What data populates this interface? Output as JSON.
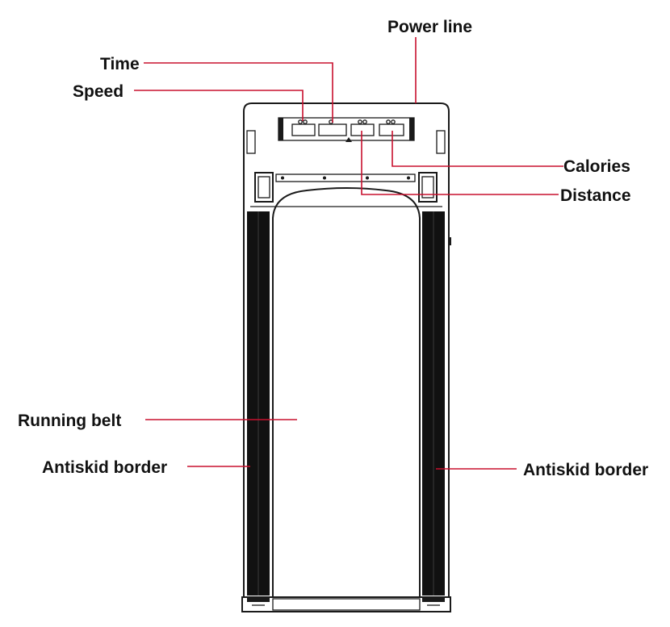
{
  "labels": {
    "power_line": "Power line",
    "time": "Time",
    "speed": "Speed",
    "calories": "Calories",
    "distance": "Distance",
    "running_belt": "Running belt",
    "antiskid_border_left": "Antiskid border",
    "antiskid_border_right": "Antiskid border"
  },
  "colors": {
    "leader_line": "#c8102e",
    "outline": "#1a1a1a",
    "antiskid_fill": "#111111"
  }
}
